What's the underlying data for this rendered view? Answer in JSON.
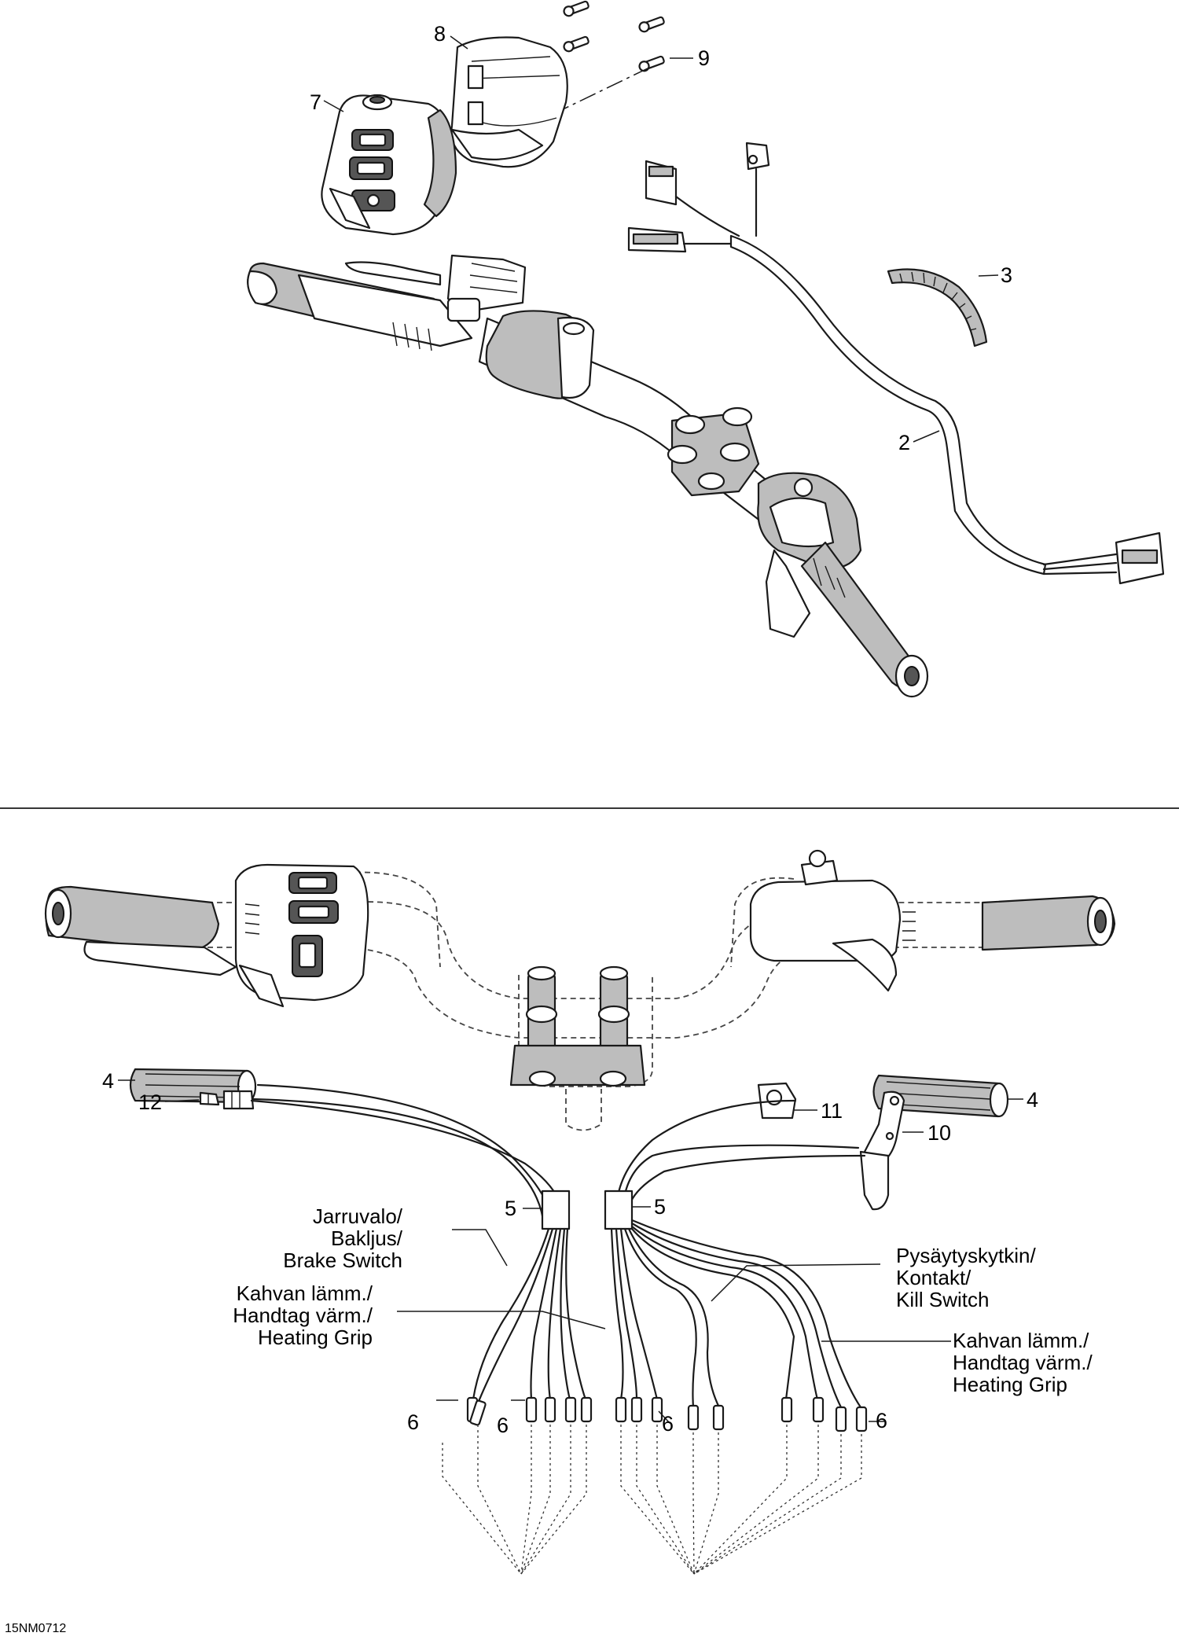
{
  "callouts": {
    "c2": "2",
    "c3": "3",
    "c4a": "4",
    "c4b": "4",
    "c5a": "5",
    "c5b": "5",
    "c6a": "6",
    "c6b": "6",
    "c6c": "6",
    "c6d": "6",
    "c7": "7",
    "c8": "8",
    "c9": "9",
    "c10": "10",
    "c11": "11",
    "c12": "12"
  },
  "notes": {
    "brake_switch": [
      "Jarruvalo/",
      "Bakljus/",
      "Brake Switch"
    ],
    "heating_grip_left": [
      "Kahvan lämm./",
      "Handtag värm./",
      "Heating Grip"
    ],
    "kill_switch": [
      "Pysäytyskytkin/",
      "Kontakt/",
      "Kill Switch"
    ],
    "heating_grip_right": [
      "Kahvan lämm./",
      "Handtag värm./",
      "Heating Grip"
    ]
  },
  "figure_ref": "15NM0712"
}
